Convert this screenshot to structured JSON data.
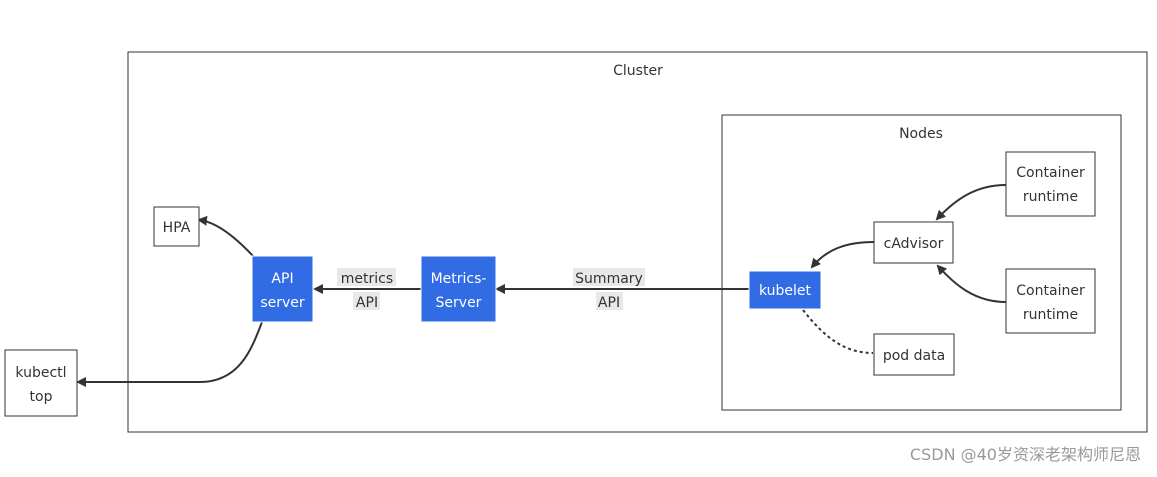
{
  "groups": {
    "cluster": {
      "title": "Cluster"
    },
    "nodes": {
      "title": "Nodes"
    }
  },
  "nodes": {
    "hpa": {
      "lines": [
        "HPA"
      ]
    },
    "kubectl": {
      "lines": [
        "kubectl",
        "top"
      ]
    },
    "api_server": {
      "lines": [
        "API",
        "server"
      ]
    },
    "metrics_server": {
      "lines": [
        "Metrics-",
        "Server"
      ]
    },
    "kubelet": {
      "lines": [
        "kubelet"
      ]
    },
    "cadvisor": {
      "lines": [
        "cAdvisor"
      ]
    },
    "runtime_top": {
      "lines": [
        "Container",
        "runtime"
      ]
    },
    "runtime_bottom": {
      "lines": [
        "Container",
        "runtime"
      ]
    },
    "pod_data": {
      "lines": [
        "pod data"
      ]
    }
  },
  "edge_labels": {
    "metrics_api": [
      "metrics",
      "API"
    ],
    "summary_api": [
      "Summary",
      "API"
    ]
  },
  "colors": {
    "highlight_fill": "#326ce5",
    "box_border": "#333333",
    "edge": "#333333",
    "edge_label_bg": "#e8e8e8"
  },
  "watermark": "CSDN @40岁资深老架构师尼恩"
}
